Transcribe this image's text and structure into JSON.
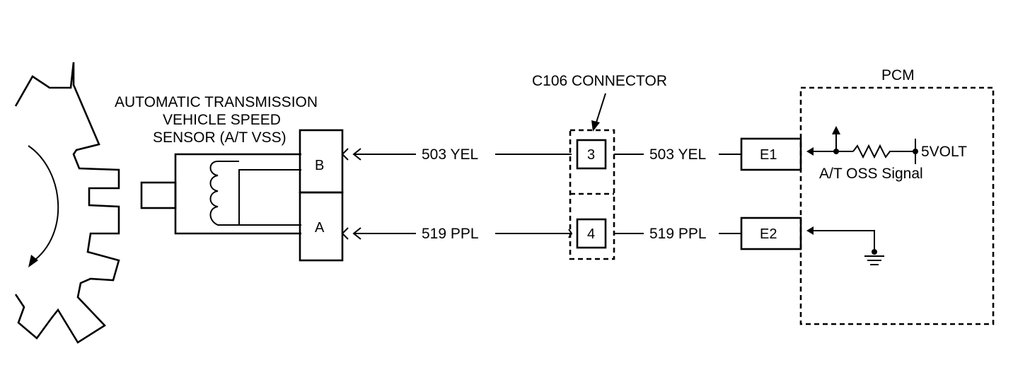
{
  "sensor": {
    "title_line1": "AUTOMATIC TRANSMISSION",
    "title_line2": "VEHICLE SPEED",
    "title_line3": "SENSOR (A/T VSS)",
    "pin_b": "B",
    "pin_a": "A"
  },
  "connector": {
    "title": "C106 CONNECTOR",
    "pin_top": "3",
    "pin_bottom": "4"
  },
  "wires": {
    "top_left": "503  YEL",
    "bottom_left": "519  PPL",
    "top_right": "503  YEL",
    "bottom_right": "519  PPL"
  },
  "pcm": {
    "title": "PCM",
    "pin_e1": "E1",
    "pin_e2": "E2",
    "voltage": "5VOLT",
    "signal": "A/T OSS Signal"
  }
}
